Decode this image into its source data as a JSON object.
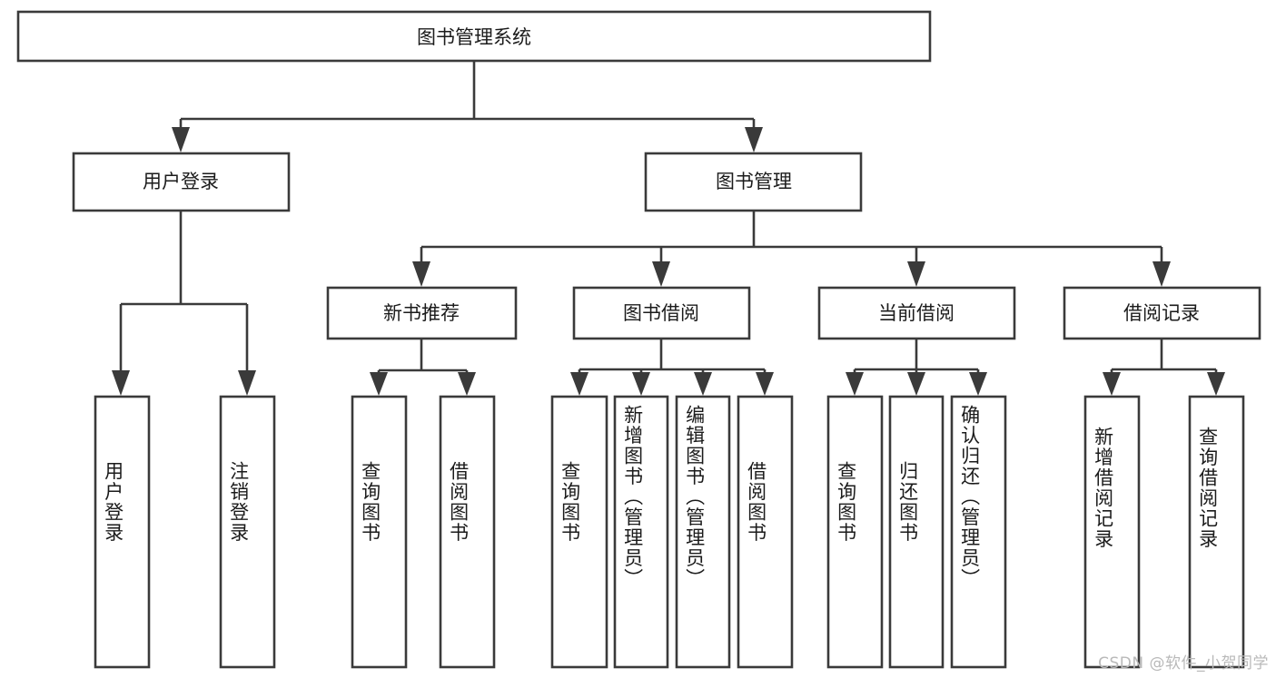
{
  "diagram": {
    "title": "图书管理系统",
    "watermark": "CSDN @软件_小贺同学",
    "colors": {
      "stroke": "#3a3a3a",
      "text": "#1b1b1b",
      "background": "#ffffff",
      "watermark": "#b9b9b9"
    },
    "levels": {
      "root": {
        "label": "图书管理系统"
      },
      "level2": [
        {
          "label": "用户登录"
        },
        {
          "label": "图书管理"
        }
      ],
      "level3": [
        {
          "label": "新书推荐"
        },
        {
          "label": "图书借阅"
        },
        {
          "label": "当前借阅"
        },
        {
          "label": "借阅记录"
        }
      ],
      "leaves": {
        "user_login": [
          {
            "label": "用户登录"
          },
          {
            "label": "注销登录"
          }
        ],
        "new_book_recommend": [
          {
            "label": "查询图书"
          },
          {
            "label": "借阅图书"
          }
        ],
        "book_borrow": [
          {
            "label": "查询图书"
          },
          {
            "label": "新增图书（管理员）"
          },
          {
            "label": "编辑图书（管理员）"
          },
          {
            "label": "借阅图书"
          }
        ],
        "current_borrow": [
          {
            "label": "查询图书"
          },
          {
            "label": "归还图书"
          },
          {
            "label": "确认归还（管理员）"
          }
        ],
        "borrow_record": [
          {
            "label": "新增借阅记录"
          },
          {
            "label": "查询借阅记录"
          }
        ]
      }
    }
  }
}
